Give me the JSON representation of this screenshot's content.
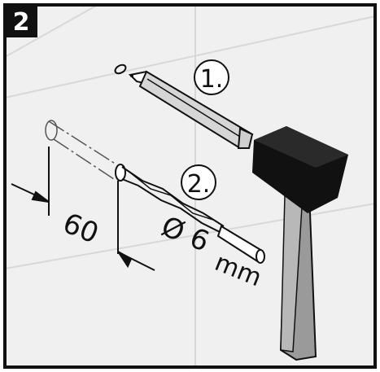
{
  "step": {
    "number": "2"
  },
  "steps": {
    "first": "1.",
    "second": "2."
  },
  "dimensions": {
    "depth": "60",
    "diameter": "Ø 6",
    "unit": "mm"
  },
  "colors": {
    "panel_bg": "#f0f0f0",
    "frame": "#111111",
    "badge_bg": "#111111",
    "badge_text": "#ffffff",
    "hammer_head": "#111111",
    "handle": "#9a9a9a",
    "pencil": "#d6d6d6"
  }
}
